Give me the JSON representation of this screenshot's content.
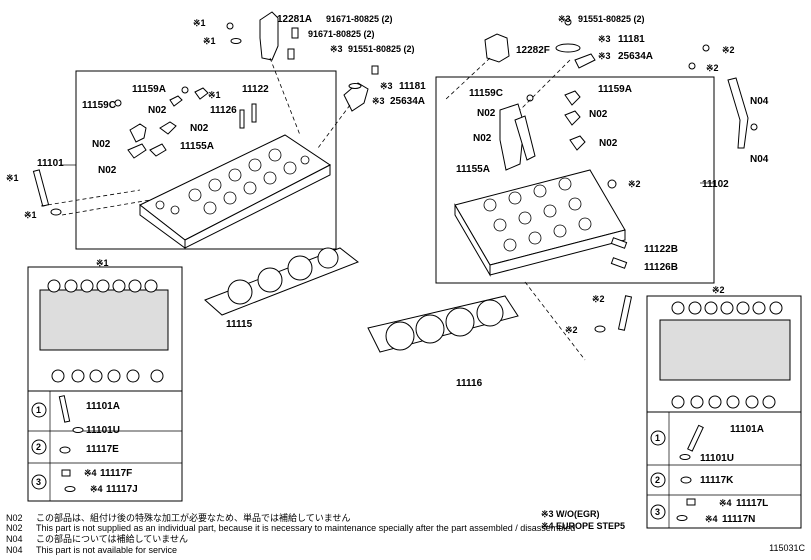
{
  "labels": {
    "p12281A": "12281A",
    "p91671_top": "91671-80825 (2)",
    "p91671_mid": "91671-80825 (2)",
    "p91551_left": "91551-80825 (2)",
    "p11181_left": "11181",
    "p25634A_left": "25634A",
    "p11159A_left": "11159A",
    "p11159C_left": "11159C",
    "p11126_left": "11126",
    "p11122_left": "11122",
    "p11155A_left": "11155A",
    "p11101": "11101",
    "p11115": "11115",
    "p11116": "11116",
    "p91551_right": "91551-80825 (2)",
    "p12282F": "12282F",
    "p11181_right": "11181",
    "p25634A_right": "25634A",
    "p11159C_right": "11159C",
    "p11159A_right": "11159A",
    "p11155A_right": "11155A",
    "p11102": "11102",
    "p11122B": "11122B",
    "p11126B": "11126B",
    "n02": "N02",
    "n04": "N04",
    "mark1": "※1",
    "mark2": "※2",
    "mark3": "※3",
    "mark4": "※4",
    "c1": "1",
    "c2": "2",
    "c3": "3",
    "p11101A": "11101A",
    "p11101U": "11101U",
    "p11117E": "11117E",
    "p11117F": "11117F",
    "p11117J": "11117J",
    "p11117K": "11117K",
    "p11117L": "11117L",
    "p11117N": "11117N"
  },
  "legend": {
    "line1": "※3 W/O(EGR)",
    "line2": "※4 EUROPE STEP5"
  },
  "notes": [
    {
      "code": "N02",
      "text": "この部品は、組付け後の特殊な加工が必要なため、単品では補給していません"
    },
    {
      "code": "N02",
      "text": "This part is not supplied as an individual part, because it is necessary to maintenance specially after the part assembled / disassembled"
    },
    {
      "code": "N04",
      "text": "この部品については補給していません"
    },
    {
      "code": "N04",
      "text": "This part is not available for service"
    }
  ],
  "reference": "115031C",
  "colors": {
    "ink": "#000000",
    "background": "#ffffff",
    "shade": "#dddddd"
  }
}
